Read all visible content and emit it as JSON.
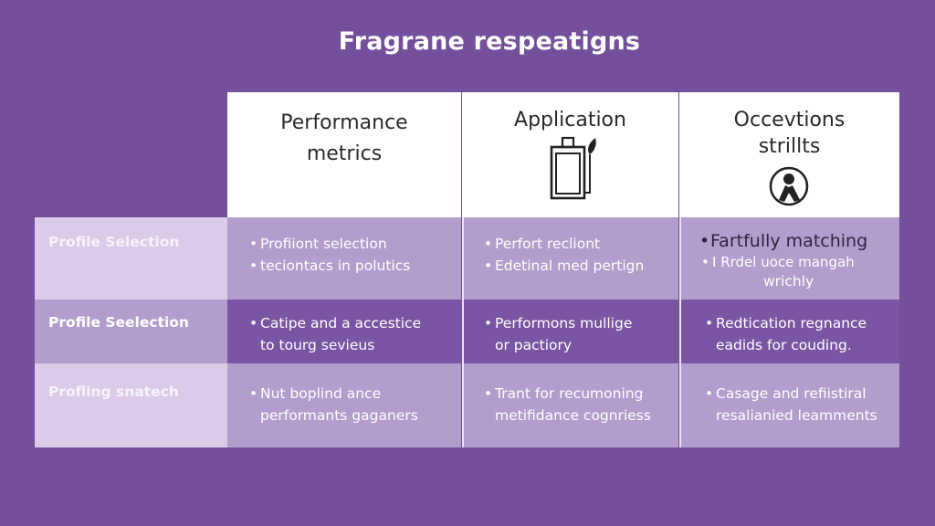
{
  "title": "Fragrane respeatigns",
  "header": {
    "columns": [
      {
        "label_line1": "Performance",
        "label_line2": "metrics",
        "icon": null
      },
      {
        "label_line1": "Application",
        "label_line2": "",
        "icon": "perfume-bottle-brush-icon"
      },
      {
        "label_line1": "Occevtions",
        "label_line2": "strillts",
        "icon": "person-circle-icon"
      }
    ]
  },
  "rows": [
    {
      "label": "Profile Selection",
      "cells": [
        {
          "lines": [
            "Profiiont selection",
            "teciontacs in polutics"
          ],
          "bulleted": [
            true,
            true
          ]
        },
        {
          "lines": [
            "Perfort recliont",
            "Edetinal med pertign"
          ],
          "bulleted": [
            true,
            true
          ]
        },
        {
          "lines": [
            "Fartfully matching",
            "I Rrdel uoce mangah",
            "wrichly"
          ],
          "bulleted": [
            true,
            true,
            false
          ]
        }
      ]
    },
    {
      "label": "Profile Seelection",
      "cells": [
        {
          "lines": [
            "Catipe and a accestice",
            "to tourg sevieus"
          ],
          "bulleted": [
            true,
            false
          ]
        },
        {
          "lines": [
            "Performons mullige",
            "or pactiory"
          ],
          "bulleted": [
            true,
            false
          ]
        },
        {
          "lines": [
            "Redtication regnance",
            "eadids for couding."
          ],
          "bulleted": [
            true,
            false
          ]
        }
      ]
    },
    {
      "label": "Profling snatech",
      "cells": [
        {
          "lines": [
            "Nut boplind ance",
            "performants gaganers"
          ],
          "bulleted": [
            true,
            false
          ]
        },
        {
          "lines": [
            "Trant for recumoning",
            "metifidance cognriess"
          ],
          "bulleted": [
            true,
            false
          ]
        },
        {
          "lines": [
            "Casage and refiistiral",
            "resalianied leamments"
          ],
          "bulleted": [
            true,
            false
          ]
        }
      ]
    }
  ],
  "bullet_char": "•",
  "colors": {
    "background": "#744f9c",
    "header_bg": "#ffffff",
    "label_light": "#dccbe8",
    "cell_mid": "#b39dcc",
    "cell_dark": "#7a55a3"
  }
}
